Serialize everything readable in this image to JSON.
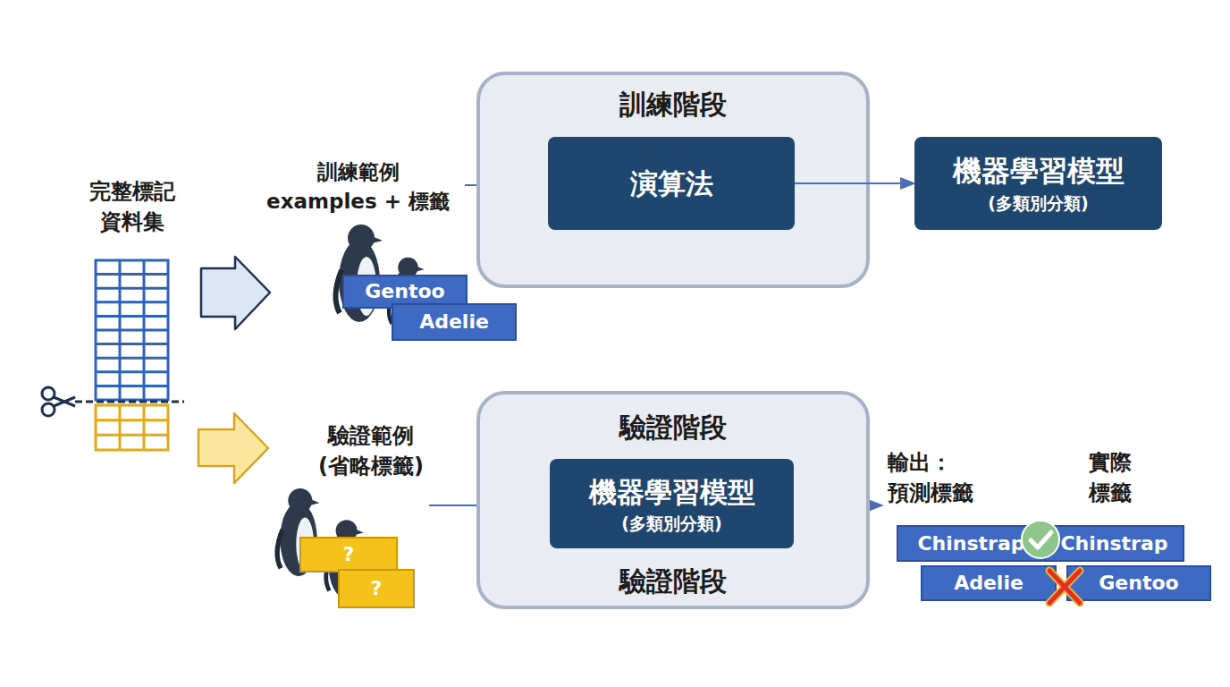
{
  "diagram": {
    "nodes": [
      {
        "text": [
          "完整標記 資料集"
        ]
      },
      {
        "text": [
          "訓練階段"
        ]
      },
      {
        "text": [
          "演算法"
        ],
        "in": 1
      },
      {
        "text": [
          "機器學習模型",
          "(多類別分類)"
        ]
      },
      {
        "text": [
          "Gentoo"
        ]
      },
      {
        "text": [
          "Adelie"
        ]
      },
      {
        "text": [
          "驗證階段",
          "驗證階段"
        ]
      },
      {
        "text": [
          "機器學習模型",
          "(多類別分類)"
        ],
        "in": 6
      },
      {
        "text": [
          "?"
        ]
      },
      {
        "text": [
          "?"
        ]
      },
      {
        "text": [
          "Chinstrap"
        ]
      },
      {
        "text": [
          "Chinstrap"
        ]
      },
      {
        "text": [
          "Adelie"
        ]
      },
      {
        "text": [
          "Gentoo"
        ]
      }
    ],
    "edges": [
      {
        "from": 2,
        "to": 3,
        "arrow": "to"
      }
    ],
    "labels": [
      "訓練範例 examples + 標籤",
      "驗證範例 (省略標籤)",
      "輸出： 預測標籤",
      "實際 標籤"
    ]
  }
}
